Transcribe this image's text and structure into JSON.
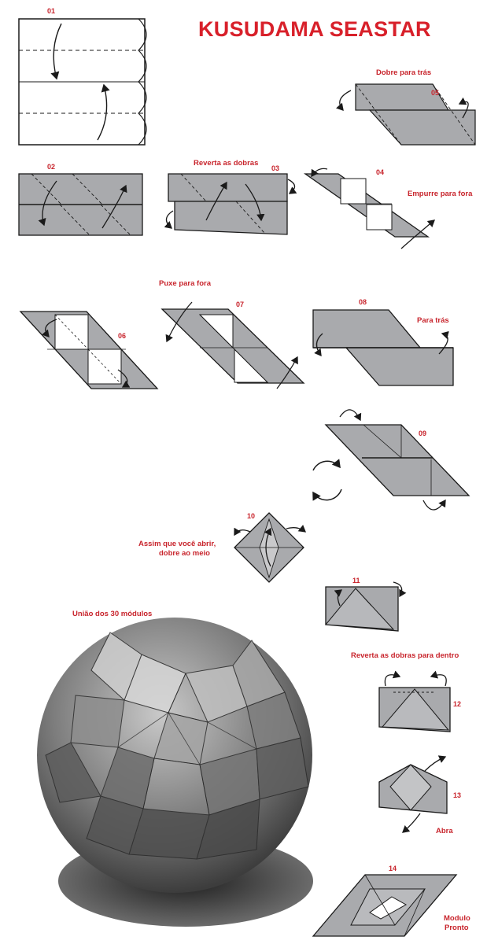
{
  "title": "KUSUDAMA SEASTAR",
  "steps": {
    "s01": "01",
    "s02": "02",
    "s03": "03",
    "s04": "04",
    "s05": "05",
    "s06": "06",
    "s07": "07",
    "s08": "08",
    "s09": "09",
    "s10": "10",
    "s11": "11",
    "s12": "12",
    "s13": "13",
    "s14": "14"
  },
  "labels": {
    "dobre_para_tras": "Dobre para trás",
    "reverta_as_dobras": "Reverta as dobras",
    "empurre_para_fora": "Empurre para fora",
    "puxe_para_fora": "Puxe para fora",
    "para_tras": "Para trás",
    "assim_que_line1": "Assim que você  abrir,",
    "assim_que_line2": "dobre ao meio",
    "uniao": "União dos 30 módulos",
    "reverta_dentro": "Reverta as dobras para dentro",
    "abra": "Abra",
    "modulo_line1": "Modulo",
    "modulo_line2": "Pronto"
  },
  "colors": {
    "title": "#d8202a",
    "label": "#c8242c",
    "paper": "#a9aaad",
    "paper_dark": "#8c8d90",
    "line": "#1a1a1a"
  }
}
